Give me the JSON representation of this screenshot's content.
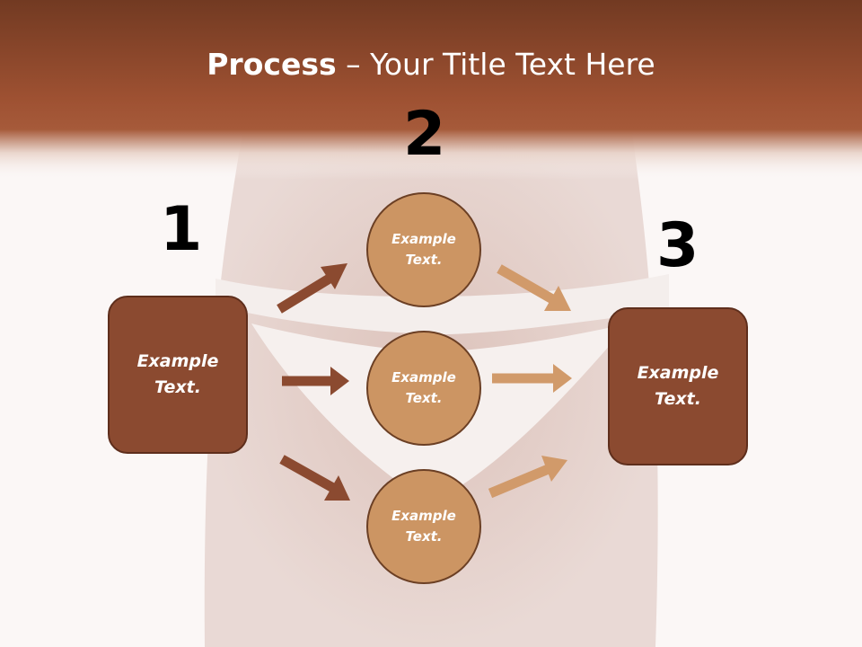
{
  "slide": {
    "title_bold": "Process",
    "title_rest": " – Your Title Text Here"
  },
  "steps": {
    "label_1": "1",
    "label_2": "2",
    "label_3": "3"
  },
  "left_box": {
    "line1": "Example",
    "line2": "Text."
  },
  "right_box": {
    "line1": "Example",
    "line2": "Text."
  },
  "circles": [
    {
      "line1": "Example",
      "line2": "Text."
    },
    {
      "line1": "Example",
      "line2": "Text."
    },
    {
      "line1": "Example",
      "line2": "Text."
    }
  ],
  "colors": {
    "header": "#9b4e30",
    "box_fill": "#8b4a30",
    "circle_fill": "#cc9563",
    "arrow_dark": "#8b4a30",
    "arrow_light": "#d19a6a"
  }
}
